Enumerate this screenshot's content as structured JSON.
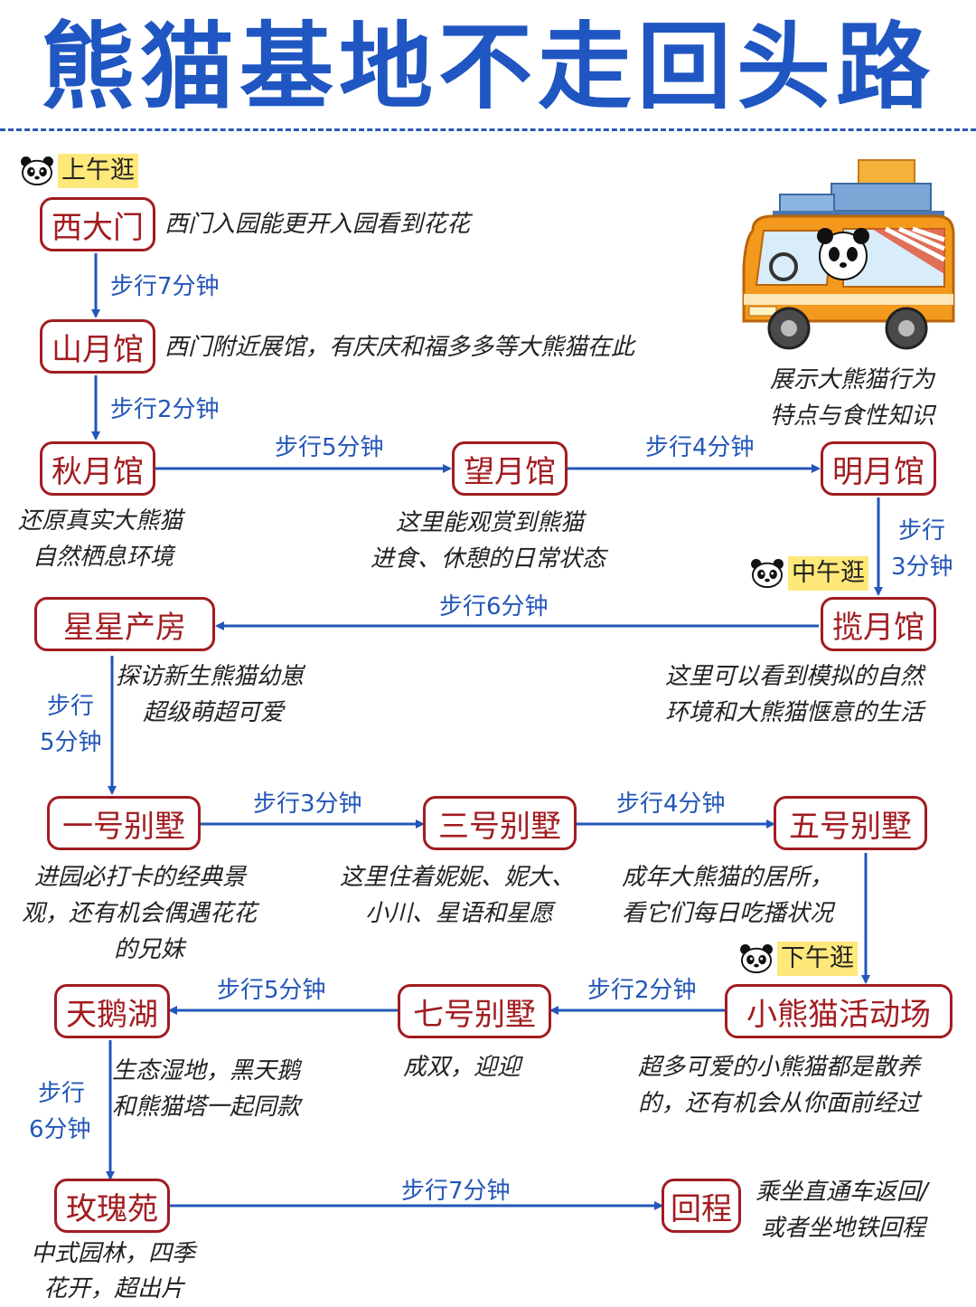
{
  "title": "熊猫基地不走回头路",
  "tags": {
    "morning": "上午逛",
    "noon": "中午逛",
    "afternoon": "下午逛"
  },
  "nodes": {
    "west_gate": "西大门",
    "shanyue": "山月馆",
    "qiuyue": "秋月馆",
    "wangyue": "望月馆",
    "mingyue": "明月馆",
    "lanyue": "揽月馆",
    "star_nursery": "星星产房",
    "villa1": "一号别墅",
    "villa3": "三号别墅",
    "villa5": "五号别墅",
    "red_panda": "小熊猫活动场",
    "villa7": "七号别墅",
    "swan_lake": "天鹅湖",
    "rose_garden": "玫瑰苑",
    "return": "回程"
  },
  "descriptions": {
    "west_gate": "西门入园能更开入园看到花花",
    "shanyue": "西门附近展馆，有庆庆和福多多等大熊猫在此",
    "mingyue_l1": "展示大熊猫行为",
    "mingyue_l2": "特点与食性知识",
    "qiuyue_l1": "还原真实大熊猫",
    "qiuyue_l2": "自然栖息环境",
    "wangyue_l1": "这里能观赏到熊猫",
    "wangyue_l2": "进食、休憩的日常状态",
    "star_l1": "探访新生熊猫幼崽",
    "star_l2": "超级萌超可爱",
    "lanyue_l1": "这里可以看到模拟的自然",
    "lanyue_l2": "环境和大熊猫惬意的生活",
    "villa1_l1": "进园必打卡的经典景",
    "villa1_l2": "观，还有机会偶遇花花",
    "villa1_l3": "的兄妹",
    "villa3_l1": "这里住着妮妮、妮大、",
    "villa3_l2": "小川、星语和星愿",
    "villa5_l1": "成年大熊猫的居所，",
    "villa5_l2": "看它们每日吃播状况",
    "swan_l1": "生态湿地，黑天鹅",
    "swan_l2": "和熊猫塔一起同款",
    "villa7": "成双，迎迎",
    "red_panda_l1": "超多可爱的小熊猫都是散养",
    "red_panda_l2": "的，还有机会从你面前经过",
    "rose_l1": "中式园林，四季",
    "rose_l2": "花开，超出片",
    "return_l1": "乘坐直通车返回/",
    "return_l2": "或者坐地铁回程"
  },
  "steps": {
    "s1": "步行7分钟",
    "s2": "步行2分钟",
    "s3": "步行5分钟",
    "s4": "步行4分钟",
    "s5a": "步行",
    "s5b": "3分钟",
    "s6": "步行6分钟",
    "s7a": "步行",
    "s7b": "5分钟",
    "s8": "步行3分钟",
    "s9": "步行4分钟",
    "s10": "步行2分钟",
    "s11": "步行5分钟",
    "s12a": "步行",
    "s12b": "6分钟",
    "s13": "步行7分钟"
  },
  "colors": {
    "title": "#1f56c2",
    "node_border": "#a21c20",
    "arrow": "#2356b8",
    "tag_bg": "#ffe87a"
  },
  "icons": {
    "tag_icon": "panda-face-icon",
    "illustration": "panda-bus-illustration"
  }
}
